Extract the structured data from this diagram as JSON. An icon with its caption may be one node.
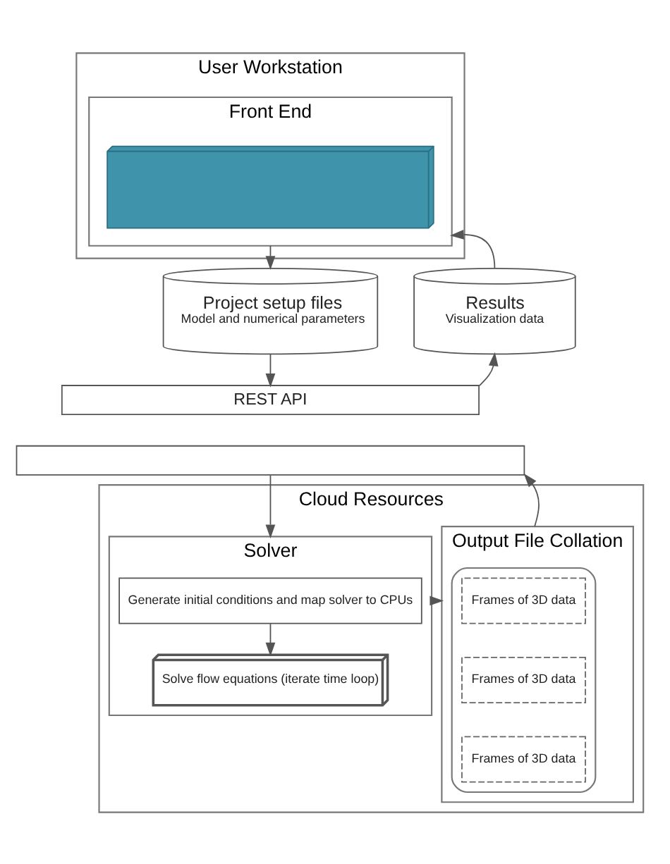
{
  "diagram": {
    "nodes": [
      {
        "text": [
          "User Workstation"
        ]
      },
      {
        "text": [
          "Front End"
        ],
        "in": 0
      },
      {
        "text": [],
        "shape": "picture",
        "in": 1
      },
      {
        "text": [
          "Project setup files",
          "Model and numerical parameters"
        ]
      },
      {
        "text": [
          "Results",
          "Visualization data"
        ]
      },
      {
        "text": [
          "REST API"
        ]
      },
      {
        "text": [],
        "shape": "box"
      },
      {
        "text": [
          "Cloud Resources"
        ]
      },
      {
        "text": [
          "Solver"
        ],
        "in": 7
      },
      {
        "text": [
          "Generate initial conditions and map solver to CPUs"
        ],
        "in": 8
      },
      {
        "text": [
          "Solve flow equations (iterate time loop)"
        ],
        "in": 8
      },
      {
        "text": [
          "Output File Collation"
        ],
        "in": 7
      },
      {
        "text": [],
        "shape": "cylinder",
        "in": 11
      },
      {
        "text": [
          "Frames of 3D data"
        ],
        "in": 12
      },
      {
        "text": [
          "Frames of 3D data"
        ],
        "in": 12
      },
      {
        "text": [
          "Frames of 3D data"
        ],
        "in": 12
      }
    ],
    "edges": [
      {
        "from": 1,
        "to": 3,
        "arrow": "to"
      },
      {
        "from": 4,
        "to": 1,
        "arrow": "to"
      },
      {
        "from": 3,
        "to": 5,
        "arrow": "to"
      },
      {
        "from": 5,
        "to": 4,
        "arrow": "to"
      },
      {
        "from": 6,
        "to": 8,
        "arrow": "to"
      },
      {
        "from": 11,
        "to": 6,
        "arrow": "to"
      },
      {
        "from": 9,
        "to": 10,
        "arrow": "to"
      },
      {
        "from": 8,
        "to": 11,
        "arrow": "to"
      }
    ]
  }
}
